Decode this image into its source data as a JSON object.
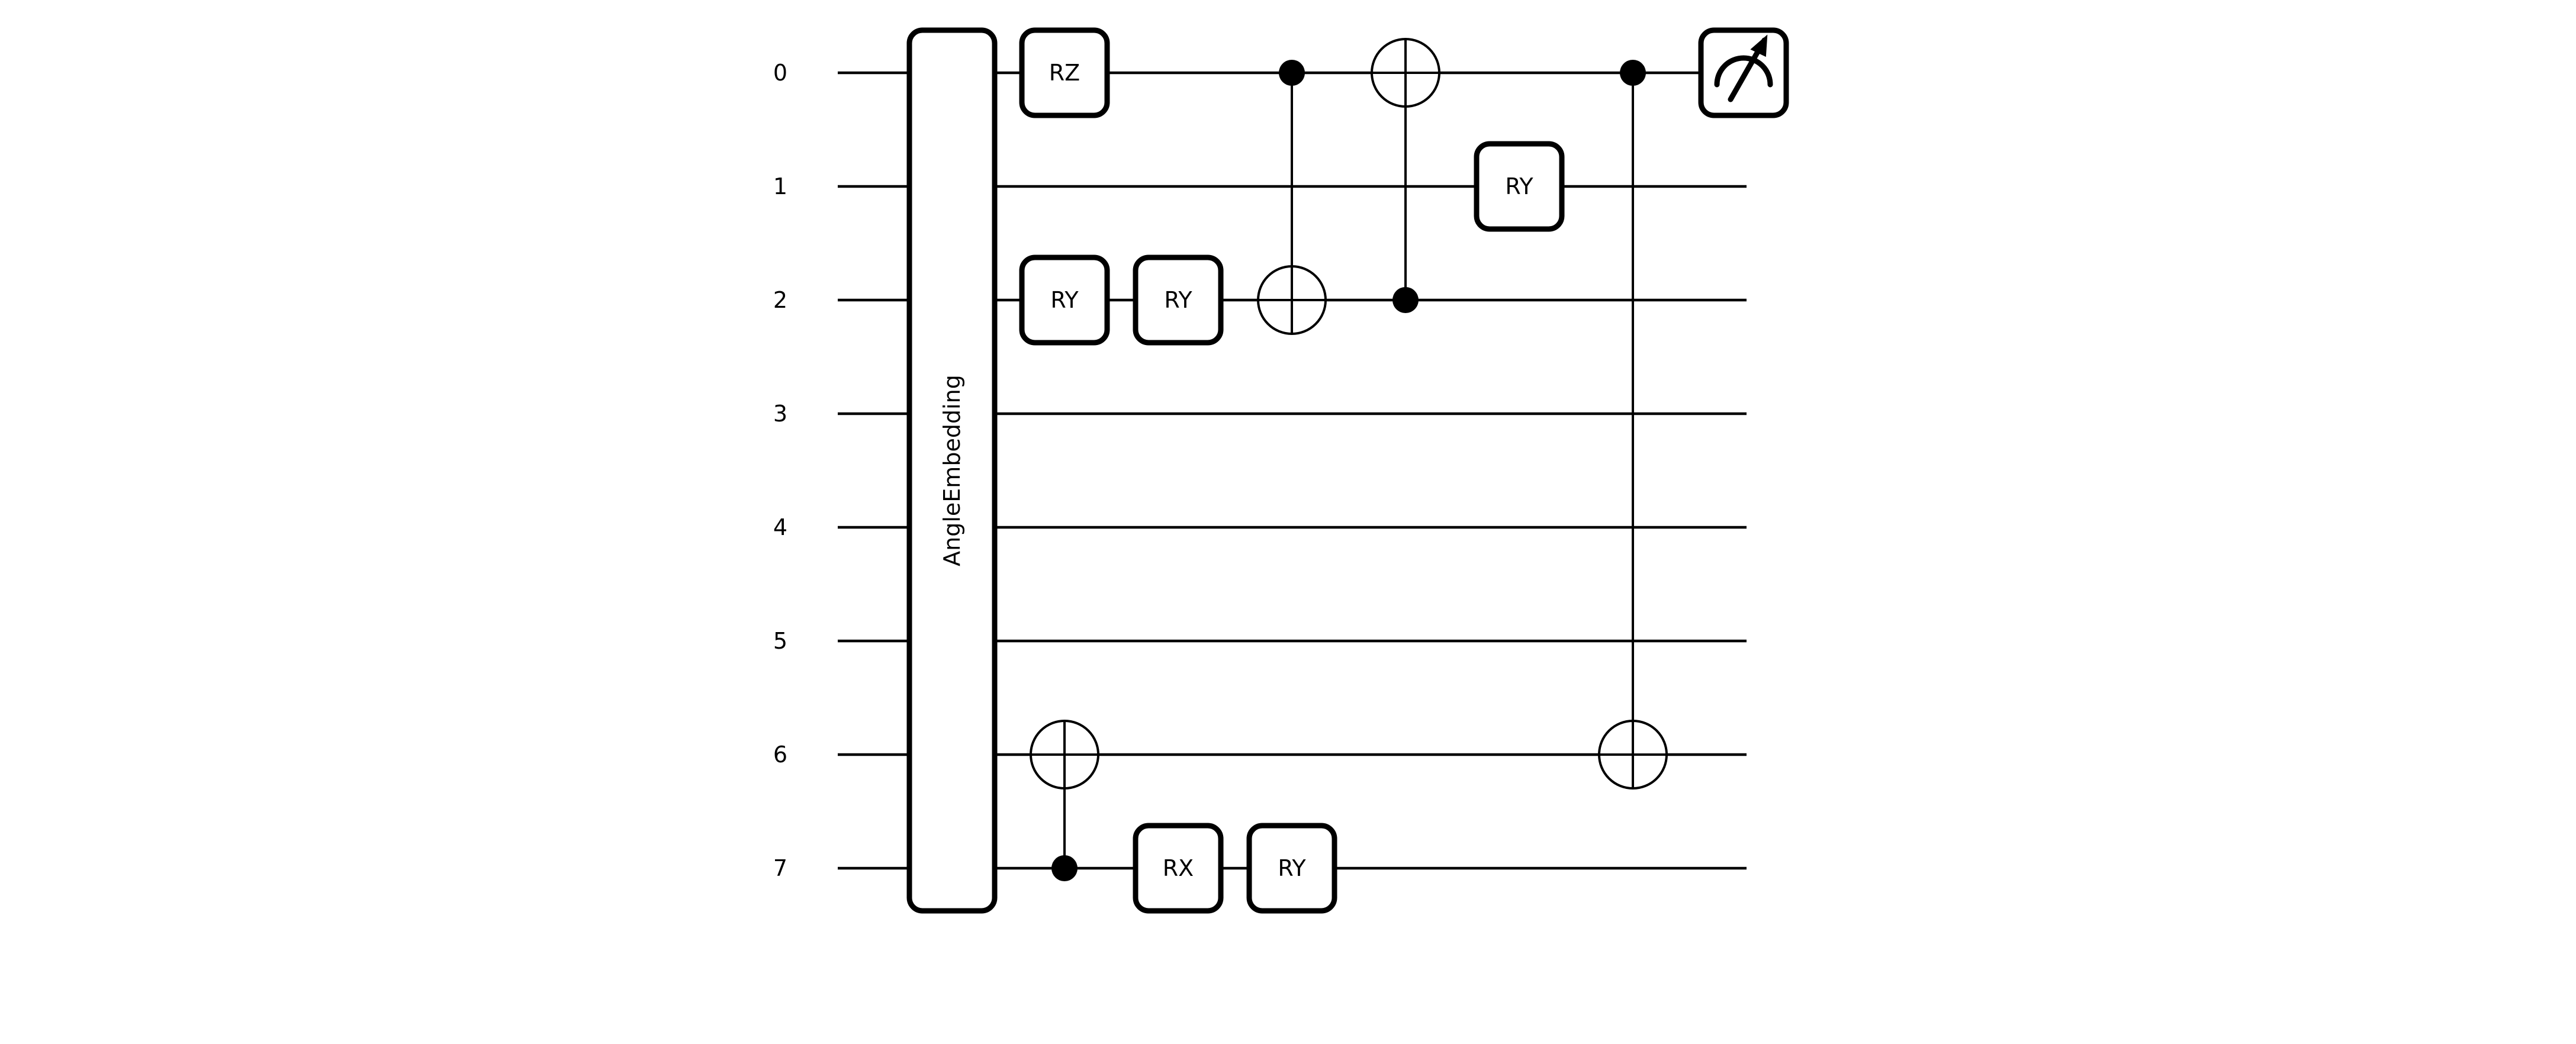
{
  "wires": [
    {
      "label": "0"
    },
    {
      "label": "1"
    },
    {
      "label": "2"
    },
    {
      "label": "3"
    },
    {
      "label": "4"
    },
    {
      "label": "5"
    },
    {
      "label": "6"
    },
    {
      "label": "7"
    }
  ],
  "embedding": {
    "label": "AngleEmbedding",
    "wires": [
      0,
      7
    ]
  },
  "gates": [
    {
      "label": "RZ",
      "wire": 0,
      "step": 0
    },
    {
      "label": "RY",
      "wire": 2,
      "step": 0
    },
    {
      "label": "RY",
      "wire": 2,
      "step": 1
    },
    {
      "label": "RX",
      "wire": 7,
      "step": 1
    },
    {
      "label": "RY",
      "wire": 7,
      "step": 2
    },
    {
      "label": "RY",
      "wire": 1,
      "step": 4
    }
  ],
  "cnots": [
    {
      "control": 7,
      "target": 6,
      "step": 0
    },
    {
      "control": 0,
      "target": 2,
      "step": 2
    },
    {
      "control": 2,
      "target": 0,
      "step": 3
    },
    {
      "control": 0,
      "target": 6,
      "step": 5
    }
  ],
  "measurements": [
    {
      "wire": 0,
      "icon": "measurement-meter-icon"
    }
  ]
}
